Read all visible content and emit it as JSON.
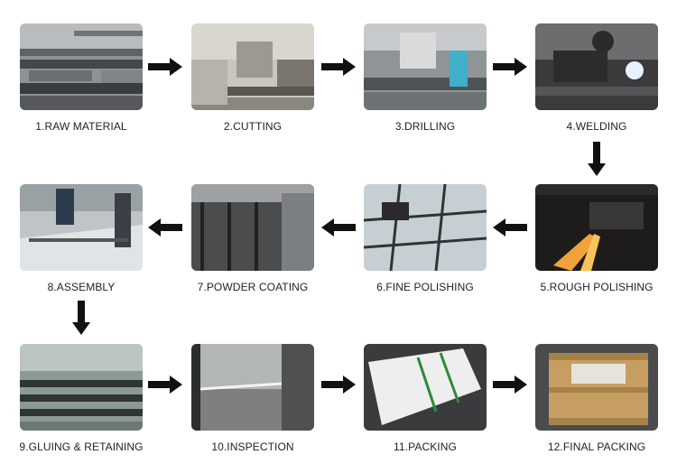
{
  "steps": [
    {
      "label": "1.RAW MATERIAL"
    },
    {
      "label": "2.CUTTING"
    },
    {
      "label": "3.DRILLING"
    },
    {
      "label": "4.WELDING"
    },
    {
      "label": "5.ROUGH POLISHING"
    },
    {
      "label": "6.FINE POLISHING"
    },
    {
      "label": "7.POWDER COATING"
    },
    {
      "label": "8.ASSEMBLY"
    },
    {
      "label": "9.GLUING & RETAINING"
    },
    {
      "label": "10.INSPECTION"
    },
    {
      "label": "11.PACKING"
    },
    {
      "label": "12.FINAL PACKING"
    }
  ],
  "colors": {
    "arrow": "#111111",
    "label": "#222222"
  }
}
